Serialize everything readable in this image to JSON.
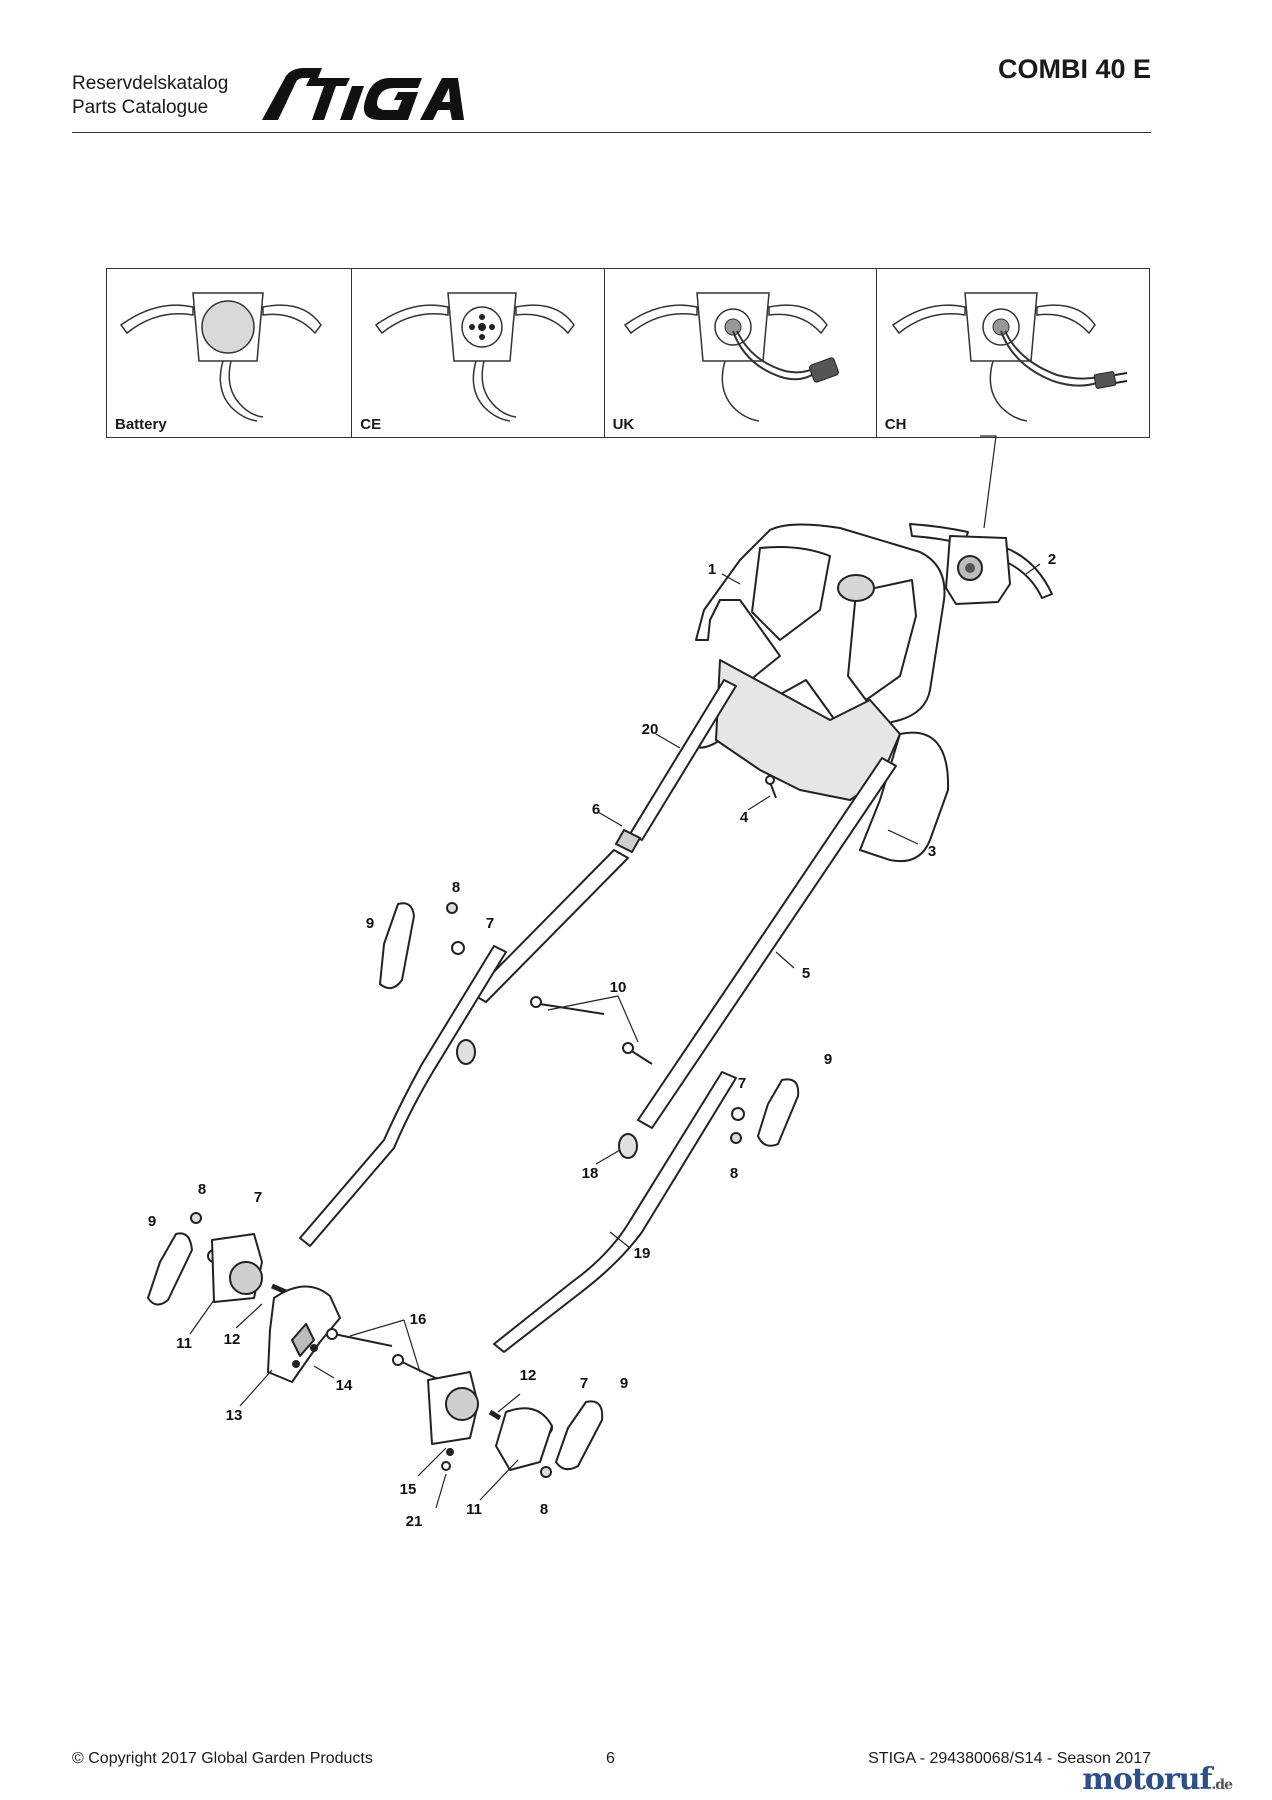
{
  "header": {
    "catalog_line1": "Reservdelskatalog",
    "catalog_line2": "Parts Catalogue",
    "brand": "STIGA",
    "model": "COMBI 40 E"
  },
  "variants": [
    {
      "label": "Battery"
    },
    {
      "label": "CE"
    },
    {
      "label": "UK"
    },
    {
      "label": "CH"
    }
  ],
  "callouts": [
    "1",
    "2",
    "3",
    "4",
    "5",
    "6",
    "7",
    "7",
    "7",
    "7",
    "8",
    "8",
    "8",
    "8",
    "9",
    "9",
    "9",
    "9",
    "10",
    "11",
    "11",
    "12",
    "12",
    "13",
    "14",
    "15",
    "16",
    "18",
    "19",
    "20",
    "21"
  ],
  "footer": {
    "copyright": "© Copyright 2017 Global Garden Products",
    "page_number": "6",
    "doc_ref": "STIGA - 294380068/S14 - Season 2017"
  },
  "watermark": {
    "name": "motoruf",
    "tld": ".de"
  }
}
